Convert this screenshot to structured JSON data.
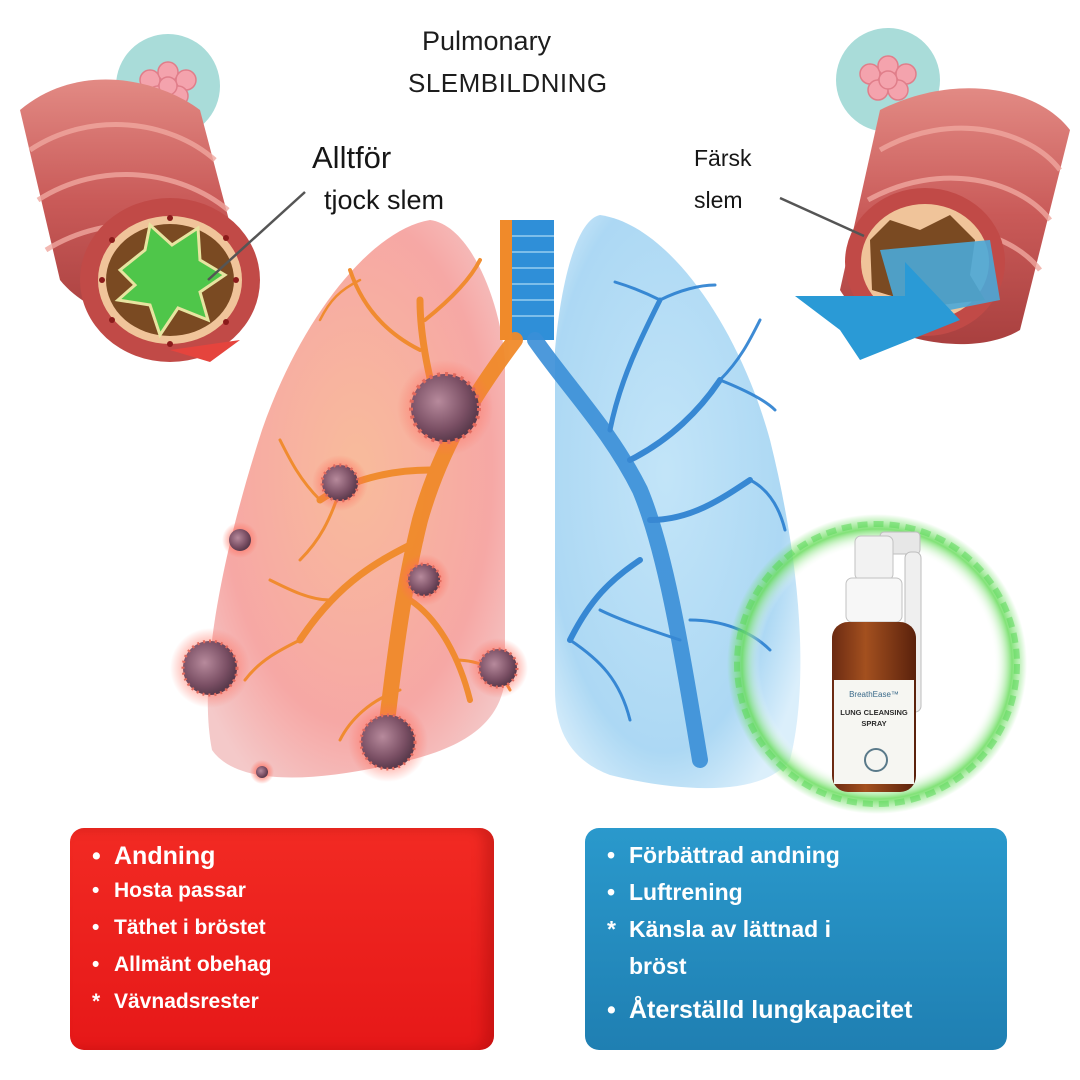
{
  "header": {
    "line1": "Pulmonary",
    "line2": "SLEMBILDNING"
  },
  "labels": {
    "left_line1": "Alltför",
    "left_line2": "tjock slem",
    "right_line1": "Färsk",
    "right_line2": "slem"
  },
  "product": {
    "brand": "BreathEase™",
    "name_line1": "LUNG CLEANSING",
    "name_line2": "SPRAY"
  },
  "left_panel": {
    "items": [
      {
        "marker": "•",
        "text": "Andning"
      },
      {
        "marker": "•",
        "text": "Hosta passar"
      },
      {
        "marker": "•",
        "text": "Täthet i bröstet"
      },
      {
        "marker": "•",
        "text": "Allmänt obehag"
      },
      {
        "marker": "*",
        "text": "Vävnadsrester"
      }
    ]
  },
  "right_panel": {
    "items": [
      {
        "marker": "•",
        "text": "Förbättrad andning"
      },
      {
        "marker": "•",
        "text": "Luftrening"
      },
      {
        "marker": "*",
        "text": "Känsla av lättnad i"
      },
      {
        "marker": "",
        "text": "bröst"
      },
      {
        "marker": "•",
        "text": "Återställd lungkapacitet"
      }
    ]
  },
  "colors": {
    "left_panel_bg": "#e81c1c",
    "right_panel_bg": "#2490c2",
    "left_lung": "#f7a58e",
    "right_lung": "#9fd3f2",
    "bronchi_orange": "#f08a2a",
    "bronchi_blue": "#2a7fd0",
    "mucus_green": "#4fc64a",
    "virus": "#8a5a6a",
    "aura_green": "#5bd85a"
  }
}
